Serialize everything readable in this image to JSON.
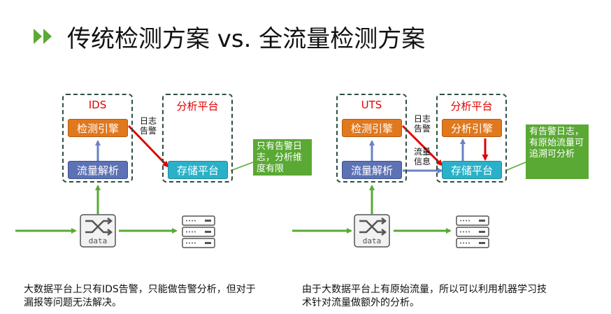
{
  "title": "传统检测方案 vs. 全流量检测方案",
  "left": {
    "box1_label": "IDS",
    "box2_label": "分析平台",
    "engine": "检测引擎",
    "parser": "流量解析",
    "storage": "存储平台",
    "log_label_line1": "日志",
    "log_label_line2": "告警",
    "callout": "只有告警日志，分析维度有限",
    "caption": "大数据平台上只有IDS告警，只能做告警分析，但对于漏报等问题无法解决。"
  },
  "right": {
    "box1_label": "UTS",
    "box2_label": "分析平台",
    "engine": "检测引擎",
    "parser": "流量解析",
    "analysis_engine": "分析引擎",
    "storage": "存储平台",
    "log_label_line1": "日志",
    "log_label_line2": "告警",
    "flow_label_line1": "流量",
    "flow_label_line2": "信息",
    "callout": "有告警日志，有原始流量可追溯可分析",
    "caption": "由于大数据平台上有原始流量，所以可以利用机器学习技术针对流量做额外的分析。"
  },
  "switch_text": "data",
  "colors": {
    "accent_green": "#5aa934",
    "red_label": "#e10000",
    "orange": "#e0781e",
    "purple": "#5c72b5",
    "cyan": "#2ab1c9",
    "dash": "#2e4f43"
  },
  "icons": [
    "double-chevron-icon",
    "switch-icon",
    "server-icon"
  ]
}
